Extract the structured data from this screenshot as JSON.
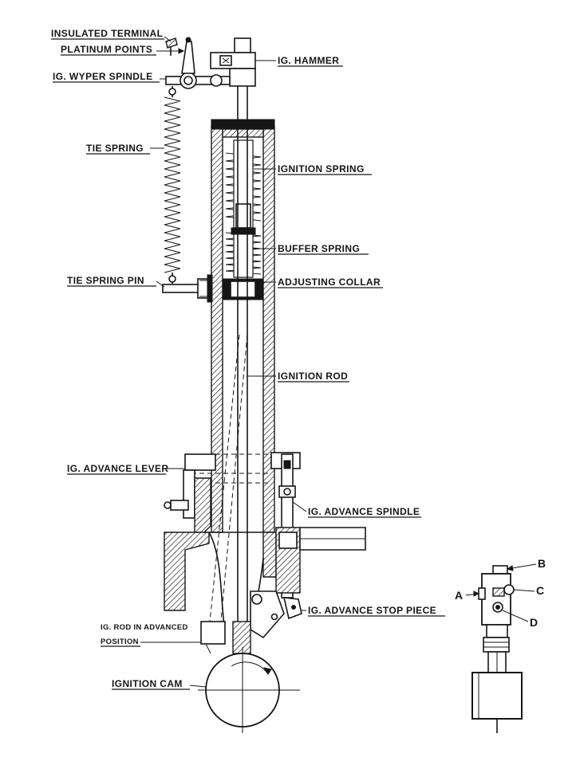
{
  "labels": {
    "insulated_terminal": "INSULATED TERMINAL",
    "platinum_points": "PLATINUM POINTS",
    "ig_wyper_spindle": "IG. WYPER SPINDLE",
    "ig_hammer": "IG. HAMMER",
    "tie_spring": "TIE SPRING",
    "ignition_spring": "IGNITION SPRING",
    "buffer_spring": "BUFFER SPRING",
    "tie_spring_pin": "TIE SPRING PIN",
    "adjusting_collar": "ADJUSTING COLLAR",
    "ignition_rod": "IGNITION ROD",
    "ig_advance_lever": "IG. ADVANCE LEVER",
    "ig_advance_spindle": "IG. ADVANCE SPINDLE",
    "ig_advance_stop_piece": "IG. ADVANCE STOP PIECE",
    "ig_rod_advanced_line1": "IG. ROD IN ADVANCED",
    "ig_rod_advanced_line2": "POSITION",
    "ignition_cam": "IGNITION CAM"
  },
  "detail_letters": {
    "a": "A",
    "b": "B",
    "c": "C",
    "d": "D"
  }
}
